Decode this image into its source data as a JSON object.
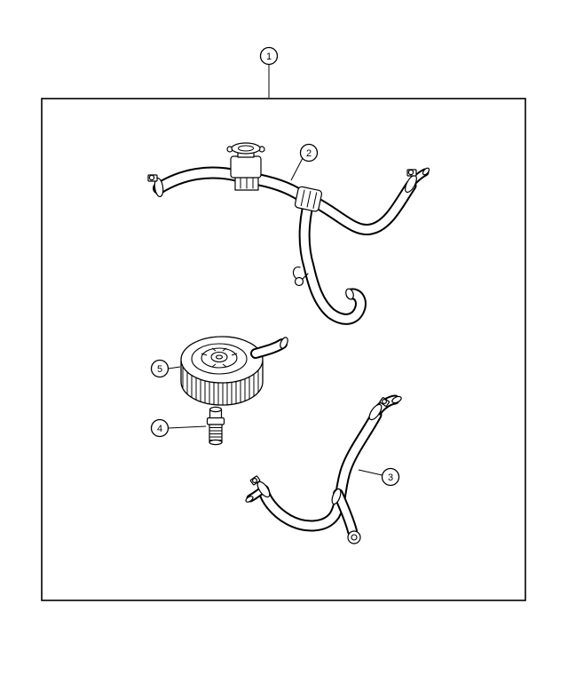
{
  "diagram": {
    "background_color": "#ffffff",
    "line_color": "#000000",
    "callouts": [
      {
        "label": "1"
      },
      {
        "label": "2"
      },
      {
        "label": "3"
      },
      {
        "label": "4"
      },
      {
        "label": "5"
      }
    ]
  }
}
